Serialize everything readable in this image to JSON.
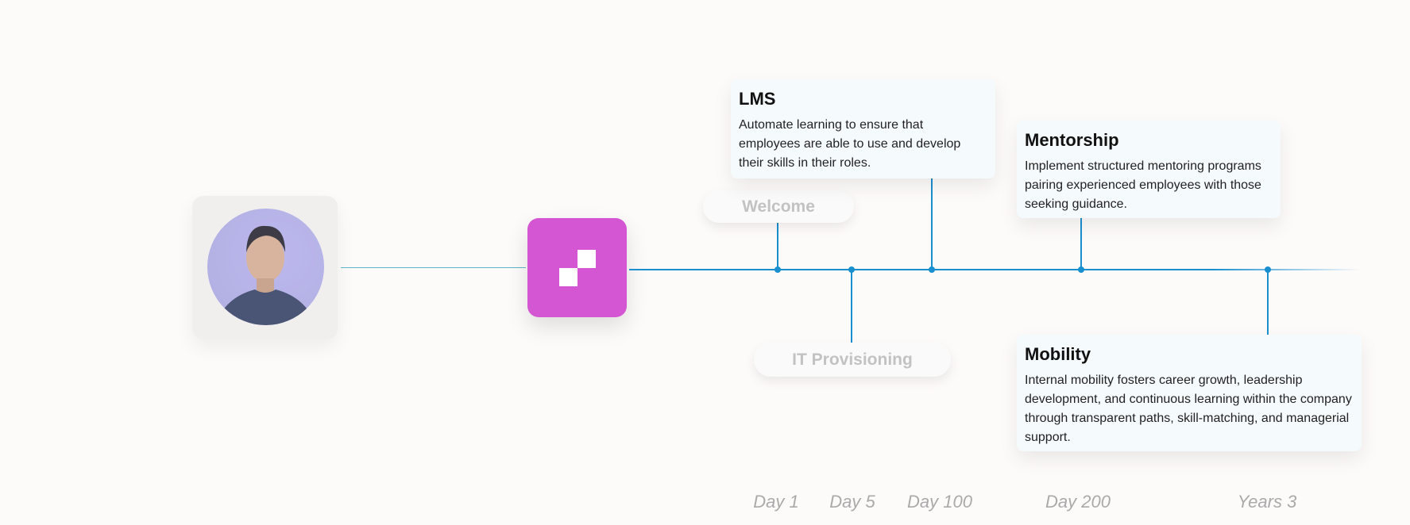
{
  "colors": {
    "accent": "#1a8fcf",
    "logo": "#d456d2"
  },
  "profile": {
    "icon": "person-avatar"
  },
  "logo": {
    "icon": "app-logo"
  },
  "events": [
    {
      "title": "LMS",
      "description": "Automate learning to ensure that employees are able to use and develop their skills in their roles."
    },
    {
      "title": "Mentorship",
      "description": "Implement structured mentoring programs pairing experienced employees with those seeking guidance."
    },
    {
      "title": "Mobility",
      "description": "Internal mobility fosters career growth, leadership development, and continuous learning within the company through transparent paths, skill-matching, and managerial support."
    }
  ],
  "pills": {
    "welcome": "Welcome",
    "it": "IT Provisioning"
  },
  "timeline": [
    "Day 1",
    "Day 5",
    "Day 100",
    "Day 200",
    "Years 3"
  ]
}
